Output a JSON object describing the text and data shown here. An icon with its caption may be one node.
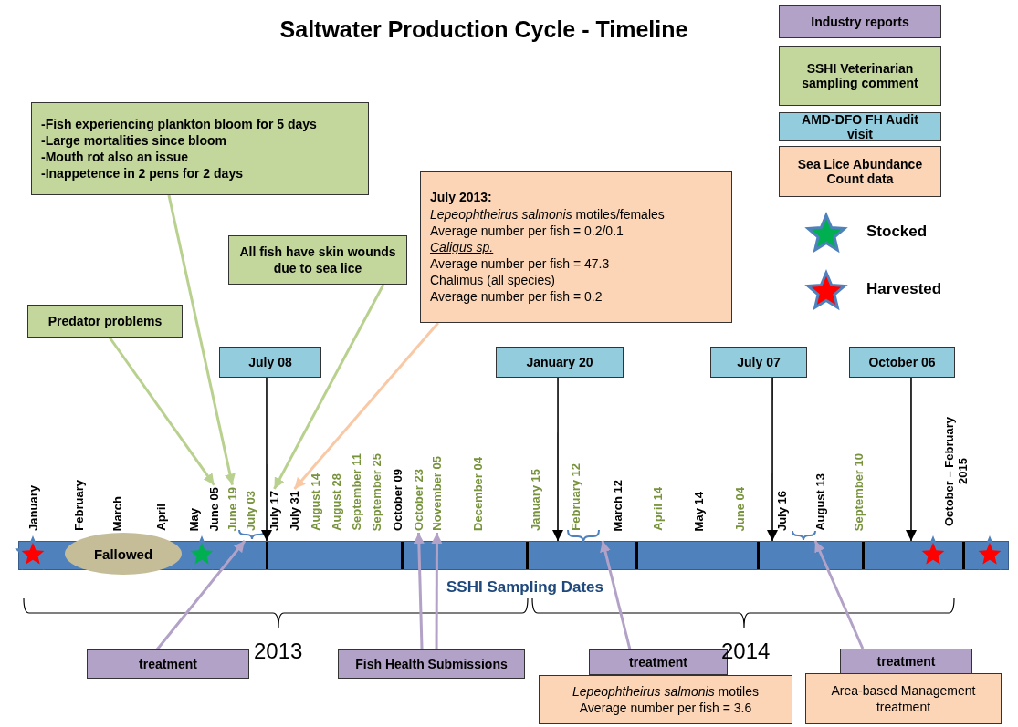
{
  "diagram": {
    "title": "Saltwater Production Cycle - Timeline",
    "nodes": [
      {
        "text": [
          "-Fish experiencing plankton bloom for 5 days",
          "-Large mortalities since bloom",
          "-Mouth rot also an issue",
          "-Inappetence in 2 pens for 2 days"
        ]
      },
      {
        "text": [
          "All fish have skin wounds due to sea lice"
        ]
      },
      {
        "text": [
          "July 2013:",
          "*Lepeophtheirus salmonis* motiles/females",
          "Average number per fish = 0.2/0.1",
          "Caligus sp.",
          "Average number per fish = 47.3",
          "Chalimus (all species)",
          "Average number per fish = 0.2"
        ]
      },
      {
        "text": [
          "Predator problems"
        ]
      },
      {
        "text": [
          "July 08"
        ]
      },
      {
        "text": [
          "January 20"
        ]
      },
      {
        "text": [
          "July 07"
        ]
      },
      {
        "text": [
          "October 06"
        ]
      },
      {
        "text": [
          "June 05"
        ]
      },
      {
        "text": [
          "June 19"
        ]
      },
      {
        "text": [
          "July 17"
        ]
      },
      {
        "text": [
          "July 31"
        ]
      },
      {
        "text": [
          "October 23"
        ]
      },
      {
        "text": [
          "November 05"
        ]
      },
      {
        "text": [],
        "shape": "bar",
        "beside": [
          "SSHI Sampling Dates"
        ]
      },
      {
        "text": [
          "Fallowed"
        ],
        "in": 14
      },
      {
        "text": [
          "treatment"
        ]
      },
      {
        "text": [
          "Fish Health Submissions"
        ]
      },
      {
        "text": [
          "treatment"
        ]
      },
      {
        "text": [
          "*Lepeophtheirus salmonis* motiles",
          "Average number per fish = 3.6"
        ]
      },
      {
        "text": [
          "treatment"
        ]
      },
      {
        "text": [
          "Area-based Management treatment"
        ]
      }
    ],
    "edges": [
      {
        "from": 0,
        "to": 9,
        "arrow": "to",
        "color": "#b9d18f"
      },
      {
        "from": 3,
        "to": 8,
        "arrow": "to",
        "color": "#b9d18f"
      },
      {
        "from": 1,
        "to": 10,
        "arrow": "to",
        "color": "#b9d18f"
      },
      {
        "from": 2,
        "to": 11,
        "arrow": "to",
        "color": "#f9c9a6"
      },
      {
        "from": 4,
        "to": 14,
        "arrow": "to",
        "color": "#000000"
      },
      {
        "from": 5,
        "to": 14,
        "arrow": "to",
        "color": "#000000"
      },
      {
        "from": 6,
        "to": 14,
        "arrow": "to",
        "color": "#000000"
      },
      {
        "from": 7,
        "to": 14,
        "arrow": "to",
        "color": "#000000"
      },
      {
        "from": 16,
        "to": 14,
        "arrow": "to"
      },
      {
        "from": 17,
        "to": 12,
        "arrow": "to"
      },
      {
        "from": 17,
        "to": 13,
        "arrow": "to"
      },
      {
        "from": 18,
        "to": 14,
        "arrow": "to"
      },
      {
        "from": 20,
        "to": 14,
        "arrow": "to"
      }
    ],
    "labels": [
      "January",
      "February",
      "March",
      "April",
      "May",
      "July 03",
      "August 14",
      "August 28",
      "September 11",
      "September 25",
      "October 09",
      "December 04",
      "January 15",
      "February 12",
      "March 12",
      "April 14",
      "May 14",
      "June 04",
      "July 16",
      "August 13",
      "September 10",
      "October – February 2015",
      "2013",
      "2014"
    ],
    "legend": [
      {
        "text": "Industry reports",
        "color": "#b3a2c7"
      },
      {
        "text": "SSHI Veterinarian sampling comment",
        "color": "#c3d69b"
      },
      {
        "text": "AMD-DFO FH Audit visit",
        "color": "#93cddd"
      },
      {
        "text": "Sea Lice Abundance Count data",
        "color": "#fbd5b5"
      },
      {
        "text": "Stocked"
      },
      {
        "text": "Harvested"
      }
    ]
  }
}
